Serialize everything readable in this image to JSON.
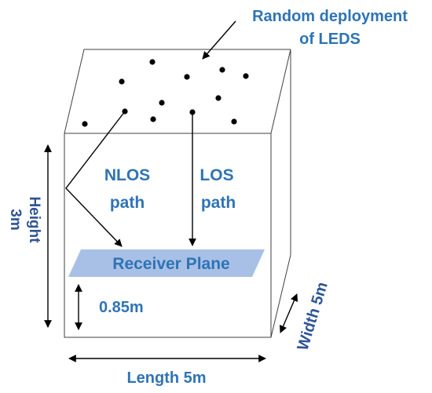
{
  "diagram": {
    "callout": {
      "line1": "Random deployment",
      "line2": "of LEDS"
    },
    "nlos": {
      "line1": "NLOS",
      "line2": "path"
    },
    "los": {
      "line1": "LOS",
      "line2": "path"
    },
    "receiver_plane": "Receiver Plane",
    "height": {
      "line1": "Height",
      "line2": "3m"
    },
    "receiver_height": "0.85m",
    "length": "Length 5m",
    "width": "Width 5m",
    "colors": {
      "label": "#2e74b5",
      "dim_label": "#2f5597",
      "receiver_fill": "#a9c0e6",
      "edge": "#404040"
    },
    "led_count": 12
  }
}
